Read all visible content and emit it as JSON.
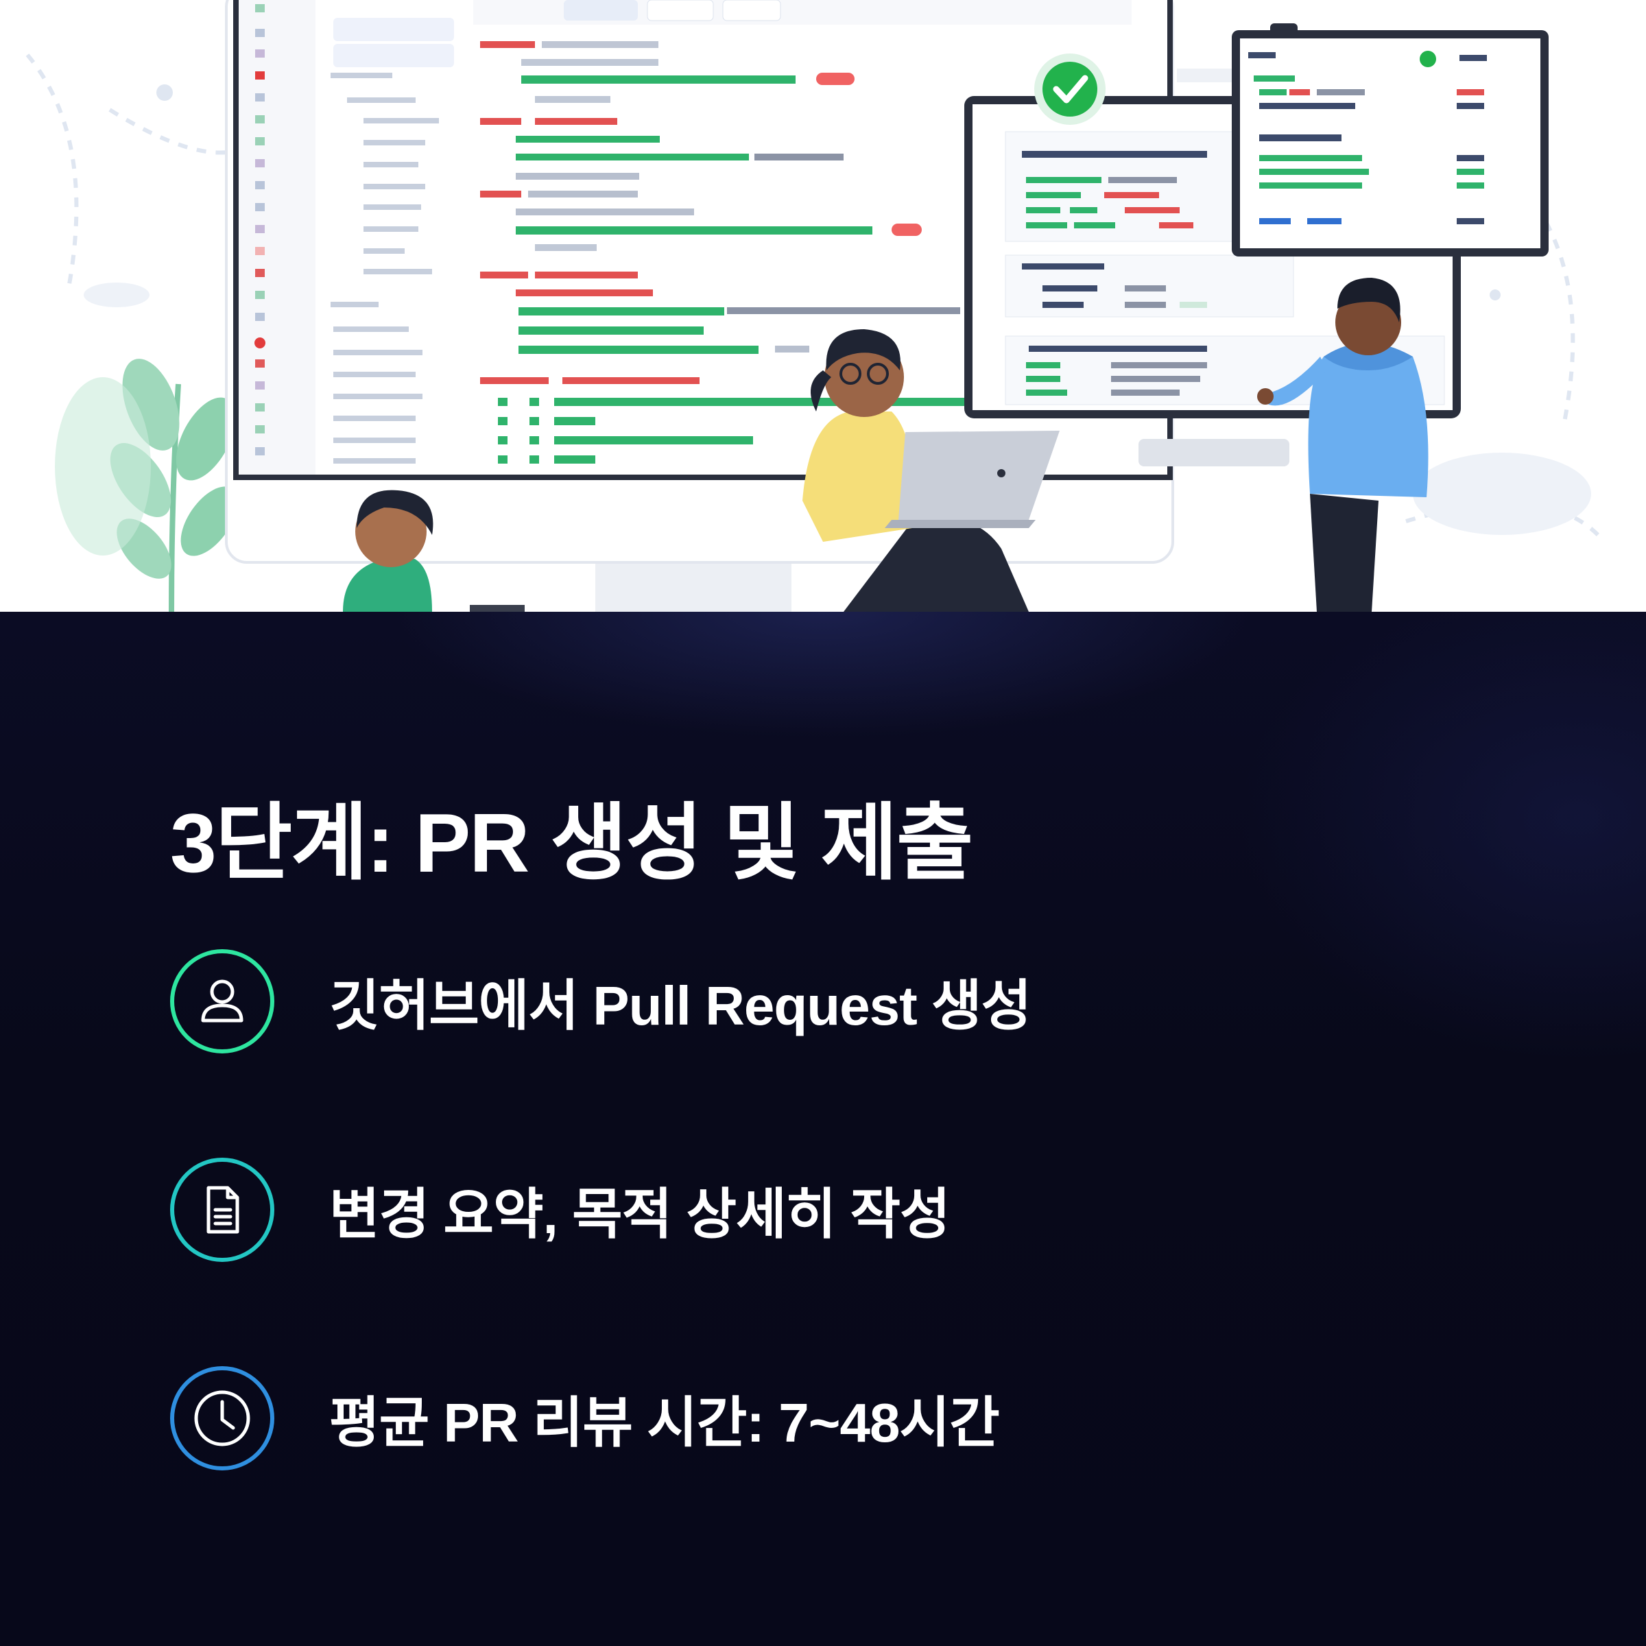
{
  "colors": {
    "panel_background": "#08091a",
    "title_text": "#ffffff",
    "item_text": "#ffffff",
    "icon_ring_1": "#2ee6a0",
    "icon_ring_2": "#23c7c4",
    "icon_ring_3": "#2f8fe0",
    "check_badge": "#22b24c"
  },
  "illustration": {
    "description_icons": [
      "person-with-laptop",
      "person-pointing-at-screen",
      "person-at-desk",
      "check-badge",
      "leaf-plant"
    ]
  },
  "slide": {
    "title": "3단계: PR 생성 및 제출",
    "items": [
      {
        "icon": "user-icon",
        "text": "깃허브에서 Pull Request 생성"
      },
      {
        "icon": "document-icon",
        "text": "변경 요약, 목적 상세히 작성"
      },
      {
        "icon": "clock-icon",
        "text": "평균 PR 리뷰 시간: 7~48시간"
      }
    ]
  }
}
